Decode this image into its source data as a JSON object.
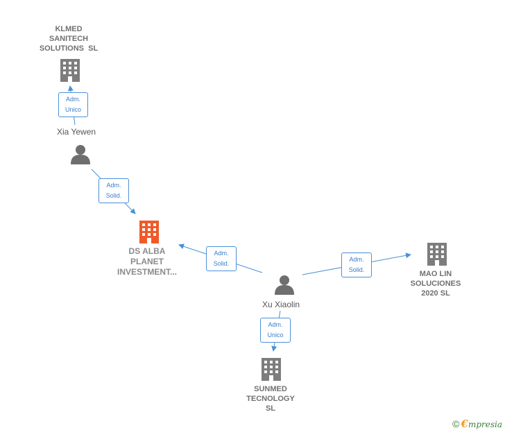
{
  "colors": {
    "edge": "#4a90d9",
    "building": "#7d7d7d",
    "building_focus": "#f05a28",
    "person": "#6e6e6e"
  },
  "nodes": {
    "klmed": {
      "label": "KLMED\nSANITECH\nSOLUTIONS  SL",
      "icon": "building-icon"
    },
    "xia": {
      "label": "Xia Yewen",
      "icon": "person-icon"
    },
    "dsalba": {
      "label": "DS ALBA\nPLANET\nINVESTMENT...",
      "icon": "building-icon"
    },
    "xu": {
      "label": "Xu Xiaolin",
      "icon": "person-icon"
    },
    "maolin": {
      "label": "MAO LIN\nSOLUCIONES\n2020 SL",
      "icon": "building-icon"
    },
    "sunmed": {
      "label": "SUNMED\nTECNOLOGY\nSL",
      "icon": "building-icon"
    }
  },
  "edges": {
    "xia_klmed": {
      "line1": "Adm.",
      "line2": "Unico"
    },
    "xia_dsalba": {
      "line1": "Adm.",
      "line2": "Solid."
    },
    "xu_dsalba": {
      "line1": "Adm.",
      "line2": "Solid."
    },
    "xu_maolin": {
      "line1": "Adm.",
      "line2": "Solid."
    },
    "xu_sunmed": {
      "line1": "Adm.",
      "line2": "Unico"
    }
  },
  "brand": {
    "copyright": "©",
    "e": "€",
    "rest": "mpresia"
  }
}
